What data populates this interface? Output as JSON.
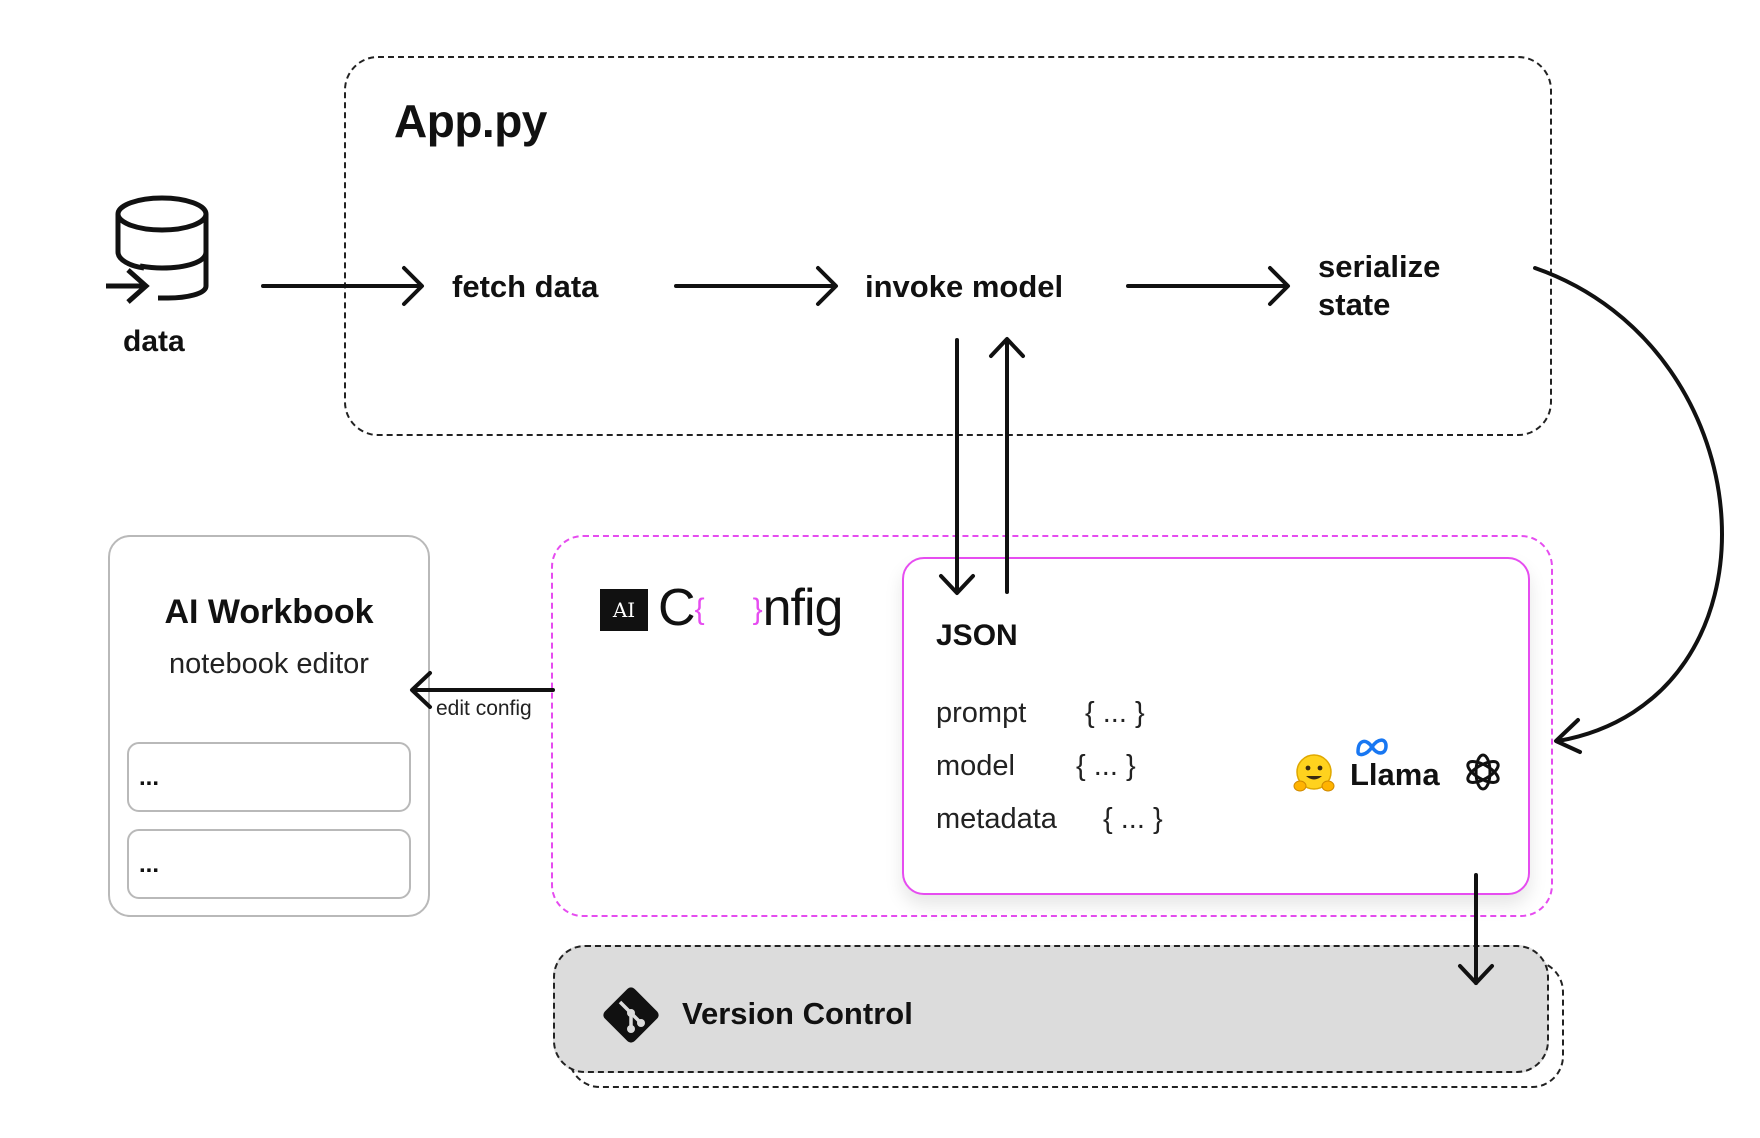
{
  "app": {
    "title": "App.py"
  },
  "source": {
    "label": "data"
  },
  "steps": {
    "fetch": "fetch data",
    "invoke": "invoke model",
    "serialize_line1": "serialize",
    "serialize_line2": "state"
  },
  "workbook": {
    "title": "AI Workbook",
    "subtitle": "notebook editor",
    "cells": [
      "...",
      "..."
    ]
  },
  "edit_label": "edit config",
  "aiconfig": {
    "badge": "AI",
    "logo_prefix": "C",
    "logo_brace_open": "{",
    "logo_brace_close": "}",
    "logo_suffix": "nfig"
  },
  "json": {
    "title": "JSON",
    "rows": [
      {
        "key": "prompt",
        "value": "{ ... }"
      },
      {
        "key": "model",
        "value": "{ ... }"
      },
      {
        "key": "metadata",
        "value": "{ ... }"
      }
    ]
  },
  "providers": {
    "llama": "Llama",
    "icons": [
      "hugging-face-icon",
      "meta-icon",
      "openai-icon"
    ]
  },
  "version_control": {
    "label": "Version Control",
    "icon": "git-icon"
  },
  "colors": {
    "accent": "#e64cf0",
    "vc_fill": "#dcdcdc",
    "meta_blue": "#1877f2",
    "hf_yellow": "#ffd21e"
  }
}
